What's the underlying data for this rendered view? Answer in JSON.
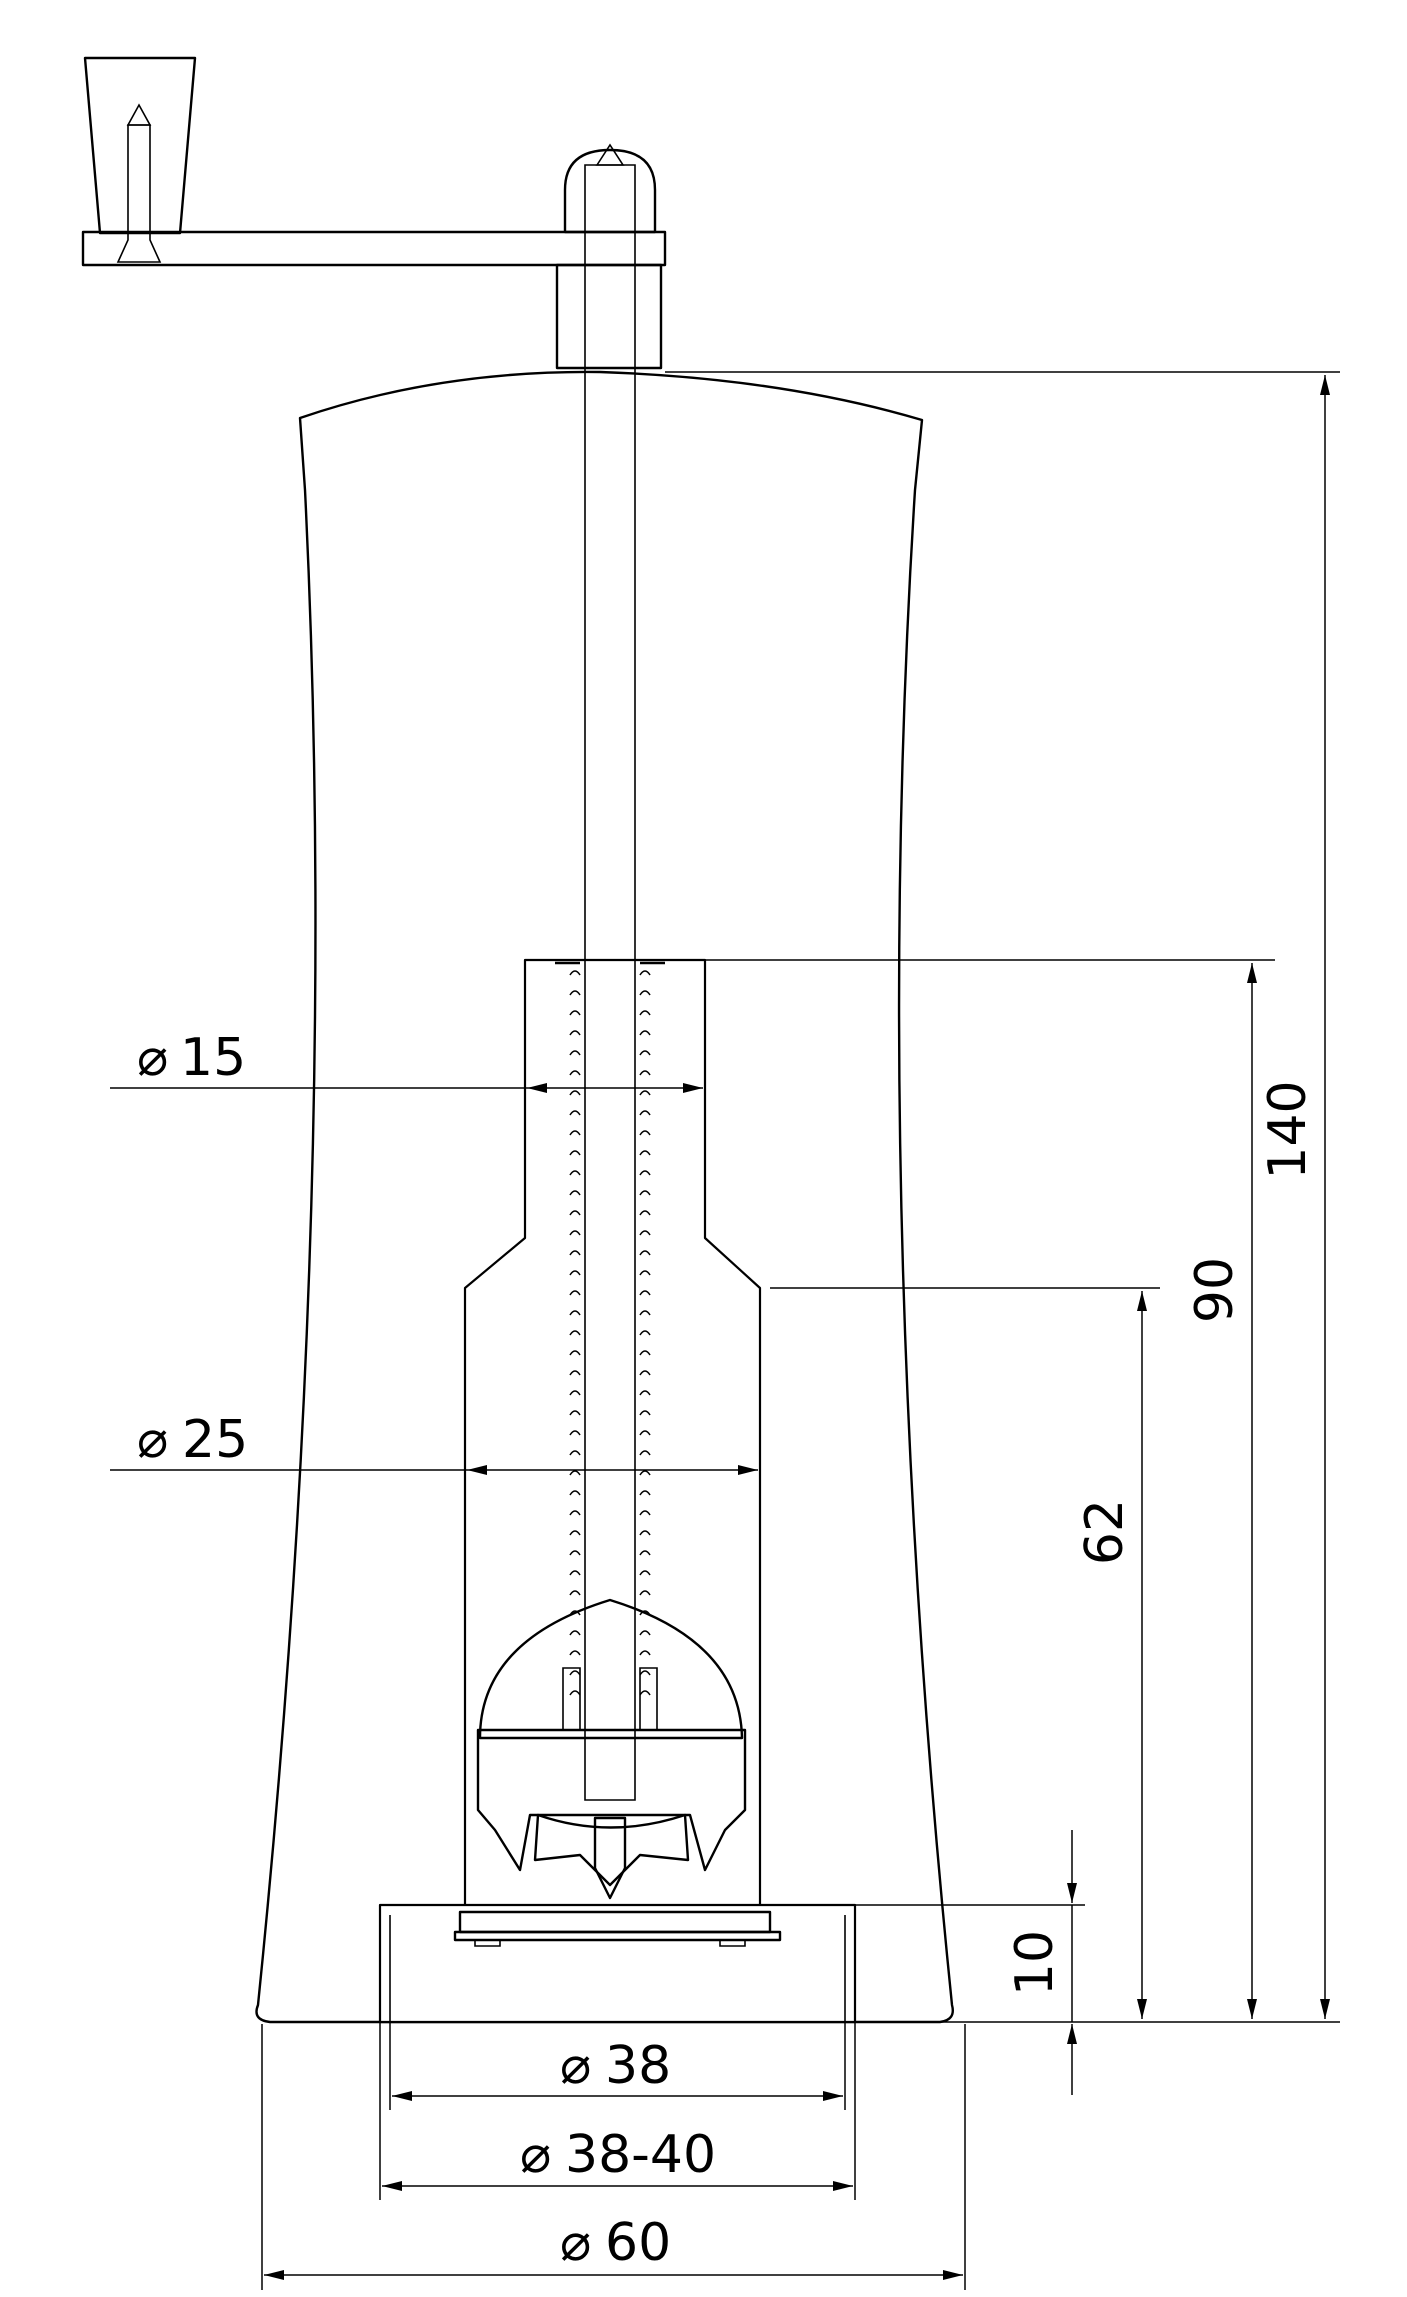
{
  "dimensions": {
    "total_height": "140",
    "inner_height": "90",
    "lower_cavity_height": "62",
    "base_height": "10",
    "upper_bore_diameter": "15",
    "lower_bore_diameter": "25",
    "base_inner_diameter": "38",
    "base_recess_diameter": "38-40",
    "body_diameter": "60"
  },
  "symbols": {
    "diameter": "⌀"
  },
  "colors": {
    "line": "#000000",
    "background": "#ffffff"
  }
}
